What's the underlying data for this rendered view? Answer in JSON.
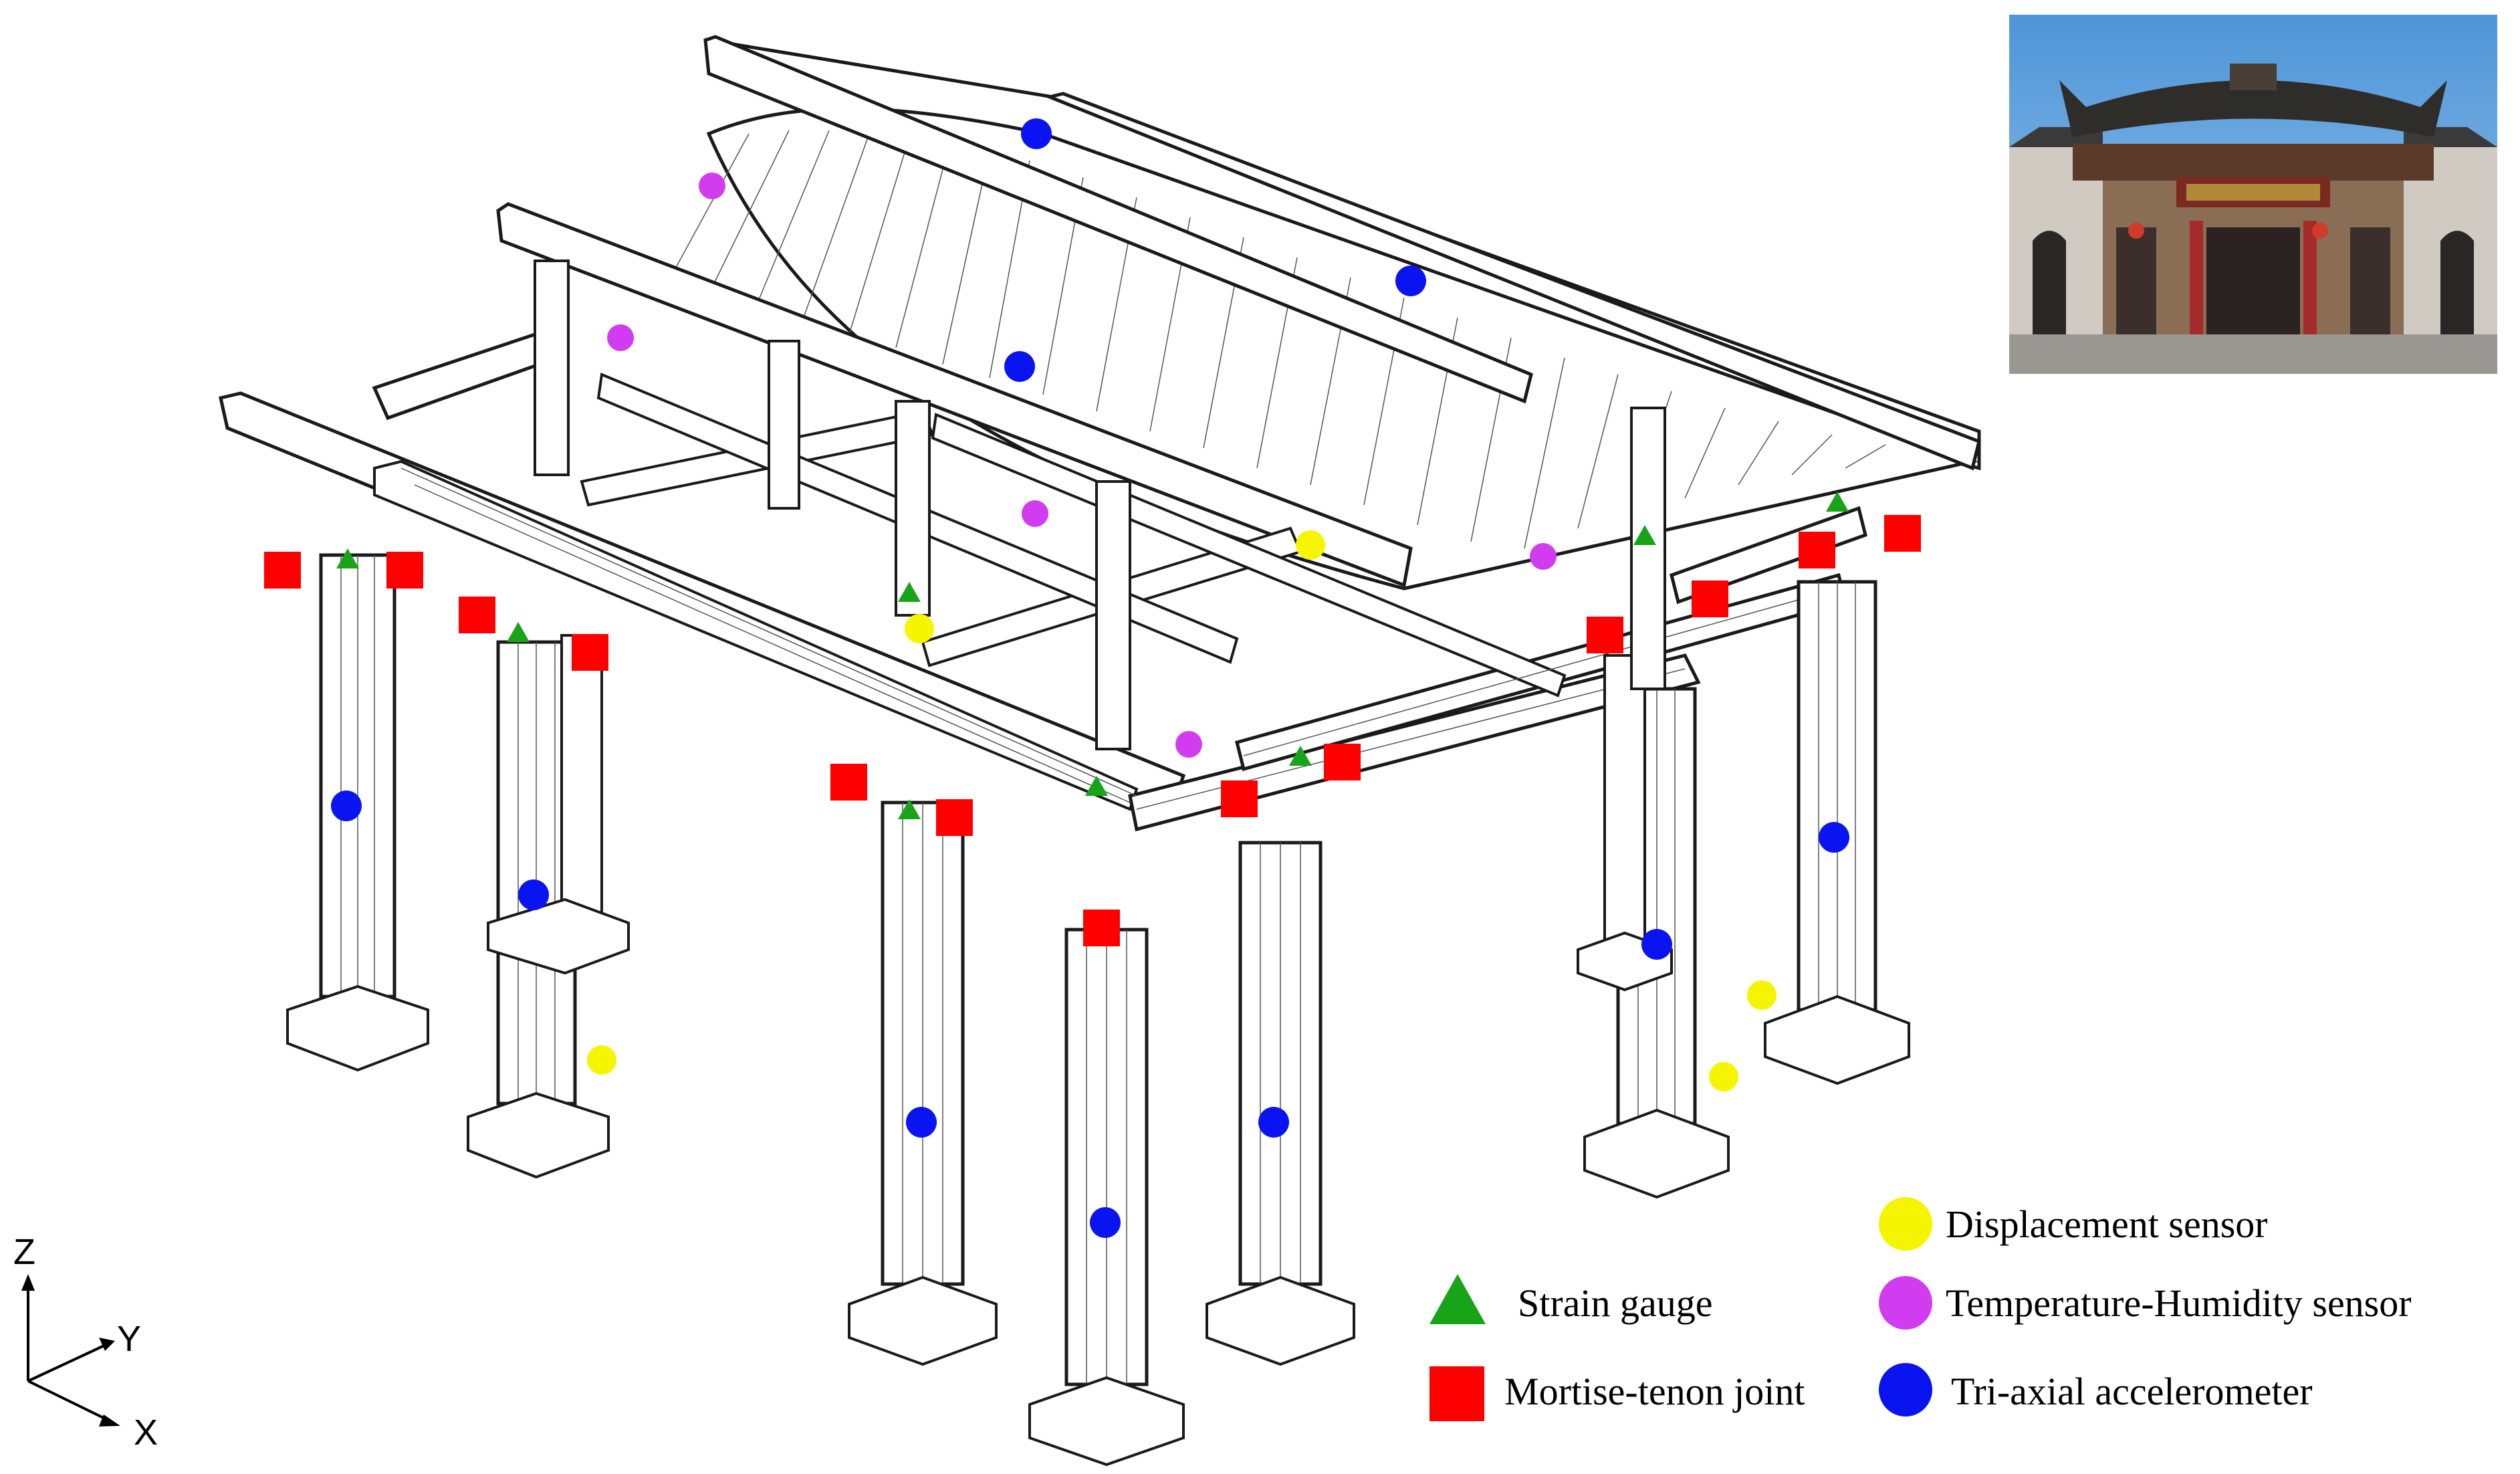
{
  "colors": {
    "strain_gauge": "#18a418",
    "mortise_tenon": "#ff0000",
    "displacement": "#f5f500",
    "temp_humidity": "#d23cf0",
    "accelerometer": "#0a14f0"
  },
  "axes": {
    "z": "Z",
    "y": "Y",
    "x": "X"
  },
  "legend": {
    "strain_gauge": "Strain gauge",
    "mortise_tenon": "Mortise-tenon joint",
    "displacement": "Displacement sensor",
    "temp_humidity": "Temperature-Humidity sensor",
    "accelerometer": "Tri-axial accelerometer"
  },
  "photo": {
    "subject": "traditional-chinese-hall-facade"
  }
}
